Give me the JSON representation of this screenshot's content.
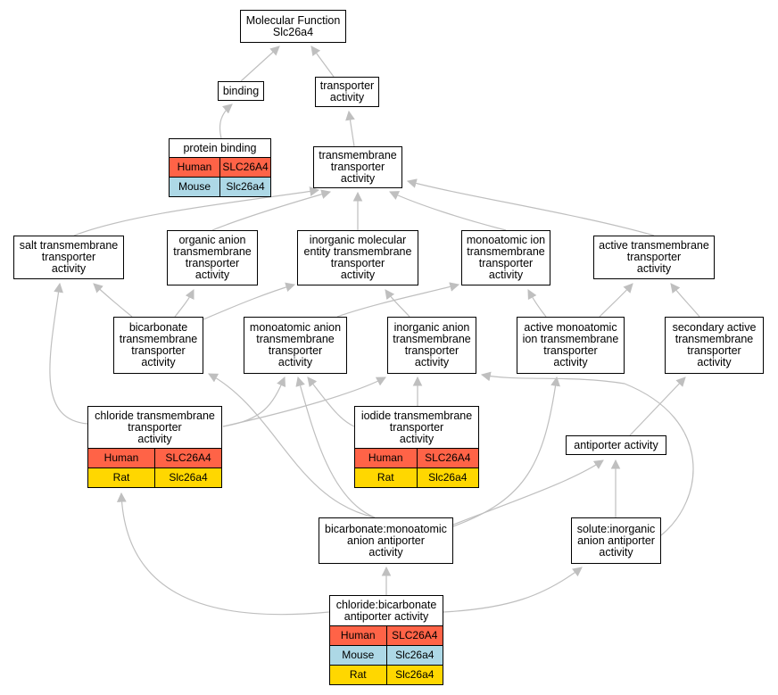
{
  "colors": {
    "human": "#ff6347",
    "mouse": "#add8e6",
    "rat": "#ffd700",
    "edge": "#bfbfbf"
  },
  "nodes": {
    "root": {
      "title": "Molecular Function\nSlc26a4"
    },
    "binding": {
      "title": "binding"
    },
    "transporter_activity": {
      "title": "transporter\nactivity"
    },
    "protein_binding": {
      "title": "protein binding",
      "rows": [
        {
          "species": "Human",
          "gene": "SLC26A4"
        },
        {
          "species": "Mouse",
          "gene": "Slc26a4"
        }
      ]
    },
    "tm_transporter": {
      "title": "transmembrane\ntransporter\nactivity"
    },
    "salt_tm": {
      "title": "salt transmembrane\ntransporter\nactivity"
    },
    "organic_anion": {
      "title": "organic anion\ntransmembrane\ntransporter\nactivity"
    },
    "inorganic_molecular": {
      "title": "inorganic molecular\nentity transmembrane\ntransporter\nactivity"
    },
    "monoatomic_ion": {
      "title": "monoatomic ion\ntransmembrane\ntransporter\nactivity"
    },
    "active_tm": {
      "title": "active transmembrane\ntransporter\nactivity"
    },
    "bicarbonate_tm": {
      "title": "bicarbonate\ntransmembrane\ntransporter\nactivity"
    },
    "monoatomic_anion": {
      "title": "monoatomic anion\ntransmembrane\ntransporter\nactivity"
    },
    "inorganic_anion": {
      "title": "inorganic anion\ntransmembrane\ntransporter\nactivity"
    },
    "active_monoatomic": {
      "title": "active monoatomic\nion transmembrane\ntransporter\nactivity"
    },
    "secondary_active": {
      "title": "secondary active\ntransmembrane\ntransporter\nactivity"
    },
    "chloride_tm": {
      "title": "chloride transmembrane\ntransporter\nactivity",
      "rows": [
        {
          "species": "Human",
          "gene": "SLC26A4"
        },
        {
          "species": "Rat",
          "gene": "Slc26a4"
        }
      ]
    },
    "iodide_tm": {
      "title": "iodide transmembrane\ntransporter\nactivity",
      "rows": [
        {
          "species": "Human",
          "gene": "SLC26A4"
        },
        {
          "species": "Rat",
          "gene": "Slc26a4"
        }
      ]
    },
    "antiporter": {
      "title": "antiporter activity"
    },
    "bicarb_antiporter": {
      "title": "bicarbonate:monoatomic\nanion antiporter\nactivity"
    },
    "solute_antiporter": {
      "title": "solute:inorganic\nanion antiporter\nactivity"
    },
    "chloride_bicarb": {
      "title": "chloride:bicarbonate\nantiporter activity",
      "rows": [
        {
          "species": "Human",
          "gene": "SLC26A4"
        },
        {
          "species": "Mouse",
          "gene": "Slc26a4"
        },
        {
          "species": "Rat",
          "gene": "Slc26a4"
        }
      ]
    }
  },
  "edges": [
    [
      "binding",
      "root"
    ],
    [
      "transporter_activity",
      "root"
    ],
    [
      "protein_binding",
      "binding"
    ],
    [
      "tm_transporter",
      "transporter_activity"
    ],
    [
      "salt_tm",
      "tm_transporter"
    ],
    [
      "organic_anion",
      "tm_transporter"
    ],
    [
      "inorganic_molecular",
      "tm_transporter"
    ],
    [
      "monoatomic_ion",
      "tm_transporter"
    ],
    [
      "active_tm",
      "tm_transporter"
    ],
    [
      "bicarbonate_tm",
      "salt_tm"
    ],
    [
      "bicarbonate_tm",
      "organic_anion"
    ],
    [
      "bicarbonate_tm",
      "inorganic_molecular"
    ],
    [
      "inorganic_anion",
      "inorganic_molecular"
    ],
    [
      "monoatomic_anion",
      "monoatomic_ion"
    ],
    [
      "active_monoatomic",
      "monoatomic_ion"
    ],
    [
      "active_monoatomic",
      "active_tm"
    ],
    [
      "secondary_active",
      "active_tm"
    ],
    [
      "chloride_tm",
      "salt_tm"
    ],
    [
      "chloride_tm",
      "monoatomic_anion"
    ],
    [
      "chloride_tm",
      "inorganic_anion"
    ],
    [
      "iodide_tm",
      "monoatomic_anion"
    ],
    [
      "iodide_tm",
      "inorganic_anion"
    ],
    [
      "antiporter",
      "secondary_active"
    ],
    [
      "bicarb_antiporter",
      "bicarbonate_tm"
    ],
    [
      "bicarb_antiporter",
      "monoatomic_anion"
    ],
    [
      "bicarb_antiporter",
      "active_monoatomic"
    ],
    [
      "bicarb_antiporter",
      "antiporter"
    ],
    [
      "solute_antiporter",
      "antiporter"
    ],
    [
      "solute_antiporter",
      "inorganic_anion"
    ],
    [
      "chloride_bicarb",
      "bicarb_antiporter"
    ],
    [
      "chloride_bicarb",
      "chloride_tm"
    ],
    [
      "chloride_bicarb",
      "solute_antiporter"
    ]
  ]
}
